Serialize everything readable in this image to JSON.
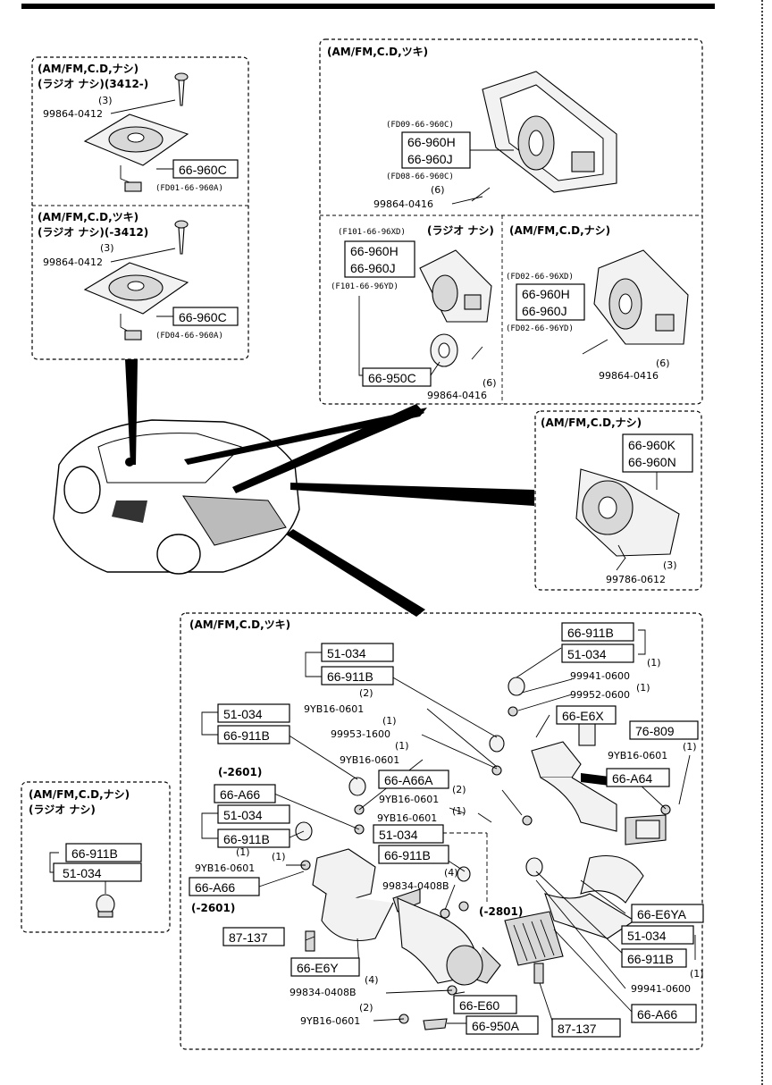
{
  "panels": {
    "speaker_a": {
      "title1": "(AM/FM,C.D,ナシ)",
      "title2": "(ラジオ ナシ)(3412-)",
      "qty": "(3)",
      "screw": "99864-0412",
      "boxed": "66-960C",
      "subpart": "(FD01-66-960A)"
    },
    "speaker_b": {
      "title1": "(AM/FM,C.D,ツキ)",
      "title2": "(ラジオ ナシ)(-3412)",
      "qty": "(3)",
      "screw": "99864-0412",
      "boxed": "66-960C",
      "subpart": "(FD04-66-960A)"
    },
    "door_tuki": {
      "title": "(AM/FM,C.D,ツキ)",
      "sub_top": "(FD09-66-960C)",
      "boxed": [
        "66-960H",
        "66-960J"
      ],
      "sub_bottom": "(FD08-66-960C)",
      "qty": "(6)",
      "screw": "99864-0416"
    },
    "door_radio": {
      "sub_top": "(F101-66-96XD)",
      "title": "(ラジオ ナシ)",
      "boxed": [
        "66-960H",
        "66-960J"
      ],
      "sub_bottom": "(F101-66-96YD)",
      "boxed2": "66-950C",
      "qty": "(6)",
      "screw": "99864-0416"
    },
    "door_nashi": {
      "title": "(AM/FM,C.D,ナシ)",
      "sub_top": "(FD02-66-96XD)",
      "boxed": [
        "66-960H",
        "66-960J"
      ],
      "sub_bottom": "(FD02-66-96YD)",
      "qty": "(6)",
      "screw": "99864-0416"
    },
    "rear_nashi": {
      "title": "(AM/FM,C.D,ナシ)",
      "boxed": [
        "66-960K",
        "66-960N"
      ],
      "qty": "(3)",
      "screw": "99786-0612"
    },
    "small_left": {
      "title1": "(AM/FM,C.D,ナシ)",
      "title2": "(ラジオ ナシ)",
      "boxed": [
        "66-911B",
        "51-034"
      ]
    },
    "main": {
      "title": "(AM/FM,C.D,ツキ)",
      "boxes": [
        "66-911B",
        "51-034",
        "51-034",
        "66-911B",
        "66-E6X",
        "76-809",
        "51-034",
        "66-911B",
        "66-A64",
        "66-A66A",
        "66-A66",
        "51-034",
        "51-034",
        "66-911B",
        "66-911B",
        "66-A66",
        "87-137",
        "66-E6Y",
        "66-E60",
        "66-950A",
        "87-137",
        "66-A66",
        "66-E6YA",
        "51-034",
        "66-911B"
      ],
      "labels": [
        "(1)",
        "99941-0600",
        "(1)",
        "99952-0600",
        "(2)",
        "9YB16-0601",
        "(1)",
        "99953-1600",
        "(1)",
        "9YB16-0601",
        "(-2601)",
        "(1)",
        "9YB16-0601",
        "(2)",
        "9YB16-0601",
        "(1)",
        "9YB16-0601",
        "(1)",
        "(1)",
        "9YB16-0601",
        "(4)",
        "99834-0408B",
        "(-2801)",
        "(-2601)",
        "(4)",
        "99834-0408B",
        "(2)",
        "9YB16-0601",
        "(1)",
        "99941-0600"
      ]
    }
  }
}
